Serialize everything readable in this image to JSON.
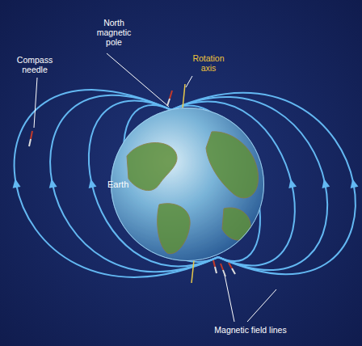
{
  "diagram": {
    "nodes": [
      {
        "text": [
          "Earth"
        ]
      }
    ],
    "labels": [
      "North magnetic pole",
      "Rotation axis",
      "Compass needle",
      "Magnetic field lines"
    ]
  }
}
